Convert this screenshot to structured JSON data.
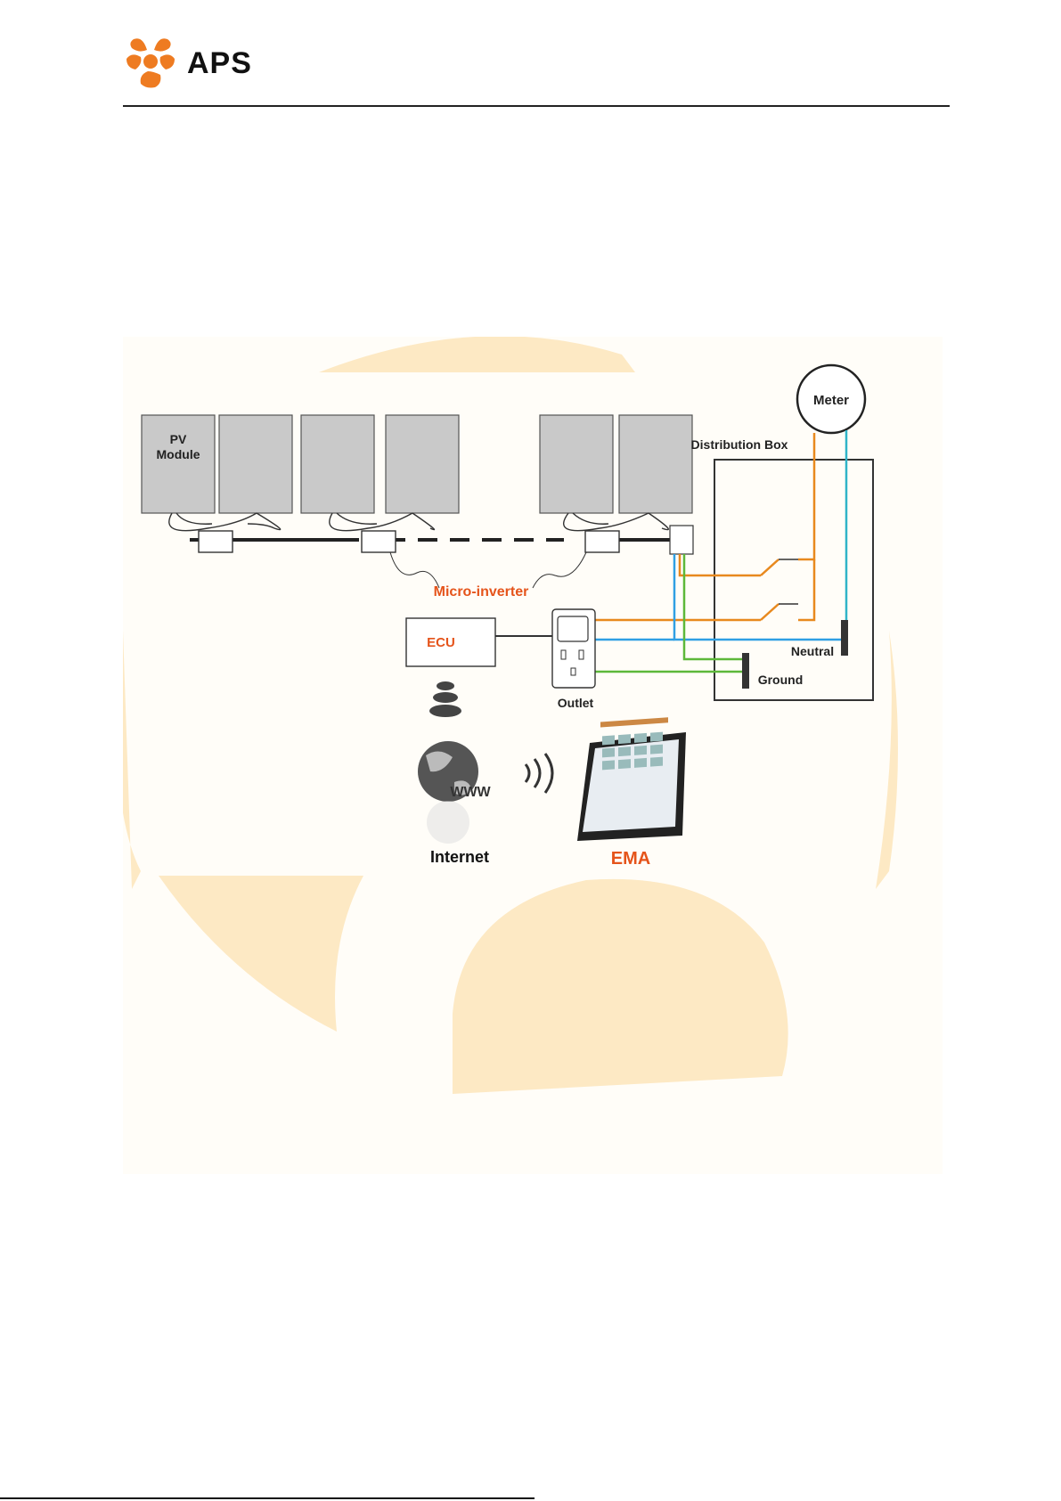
{
  "header": {
    "brand": "APS"
  },
  "colors": {
    "brand_orange": "#EE7B21",
    "accent_red": "#E5541B",
    "wire_orange": "#E8891E",
    "wire_blue": "#2F9FE3",
    "wire_green": "#5DB83A",
    "wire_teal": "#2FB4C8",
    "bg_cream": "#FDE9C4",
    "panel_gray": "#C9C9C9"
  },
  "diagram": {
    "pv_module_label_line1": "PV",
    "pv_module_label_line2": "Module",
    "meter_label": "Meter",
    "distribution_box_label": "Distribution Box",
    "micro_inverter_label": "Micro-inverter",
    "ecu_label": "ECU",
    "outlet_label": "Outlet",
    "neutral_label": "Neutral",
    "ground_label": "Ground",
    "internet_label": "Internet",
    "ema_label": "EMA",
    "www_label": "WWW"
  }
}
